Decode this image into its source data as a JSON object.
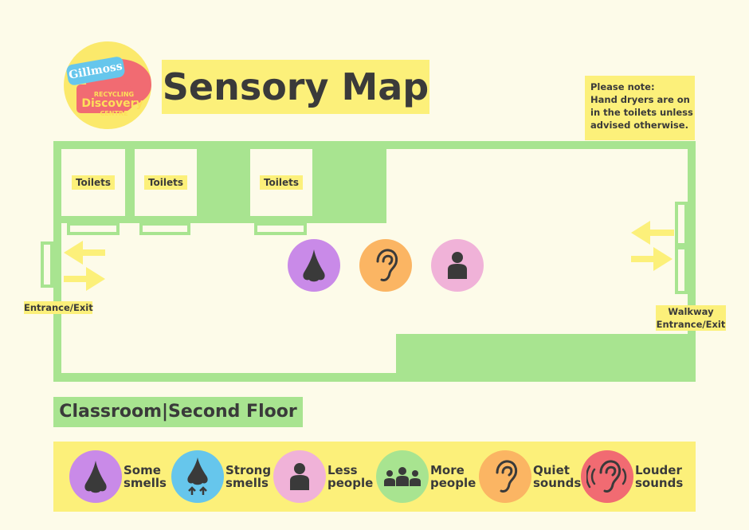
{
  "logo": {
    "tag": "Gillmoss",
    "line1": "RECYCLING",
    "line2": "Discovery",
    "line3": "CENTRE"
  },
  "title": "Sensory Map",
  "note": {
    "line1": "Please note:",
    "line2": "Hand dryers are on",
    "line3": "in the toilets unless",
    "line4": "advised otherwise."
  },
  "rooms": {
    "toilet1": "Toilets",
    "toilet2": "Toilets",
    "toilet3": "Toilets"
  },
  "entrances": {
    "left": "Entrance/Exit",
    "right_line1": "Walkway",
    "right_line2": "Entrance/Exit"
  },
  "map_icons": [
    "nose-icon",
    "ear-icon",
    "person-icon"
  ],
  "floor": "Classroom|Second Floor",
  "legend": [
    {
      "line1": "Some",
      "line2": "smells",
      "icon": "nose-icon",
      "color": "#c98ae8"
    },
    {
      "line1": "Strong",
      "line2": "smells",
      "icon": "nose-arrows-icon",
      "color": "#66c6ec"
    },
    {
      "line1": "Less",
      "line2": "people",
      "icon": "person-icon",
      "color": "#f0b2d8"
    },
    {
      "line1": "More",
      "line2": "people",
      "icon": "group-icon",
      "color": "#a8e490"
    },
    {
      "line1": "Quiet",
      "line2": "sounds",
      "icon": "ear-icon",
      "color": "#fbb563"
    },
    {
      "line1": "Louder",
      "line2": "sounds",
      "icon": "loud-ear-icon",
      "color": "#f16b72"
    }
  ],
  "colors": {
    "background": "#fdfbe9",
    "green": "#a8e490",
    "yellow": "#fcf07a",
    "purple": "#c98ae8",
    "orange": "#fbb563",
    "pink": "#f0b2d8",
    "blue": "#66c6ec",
    "red": "#f16b72",
    "text": "#3a3a3a"
  }
}
